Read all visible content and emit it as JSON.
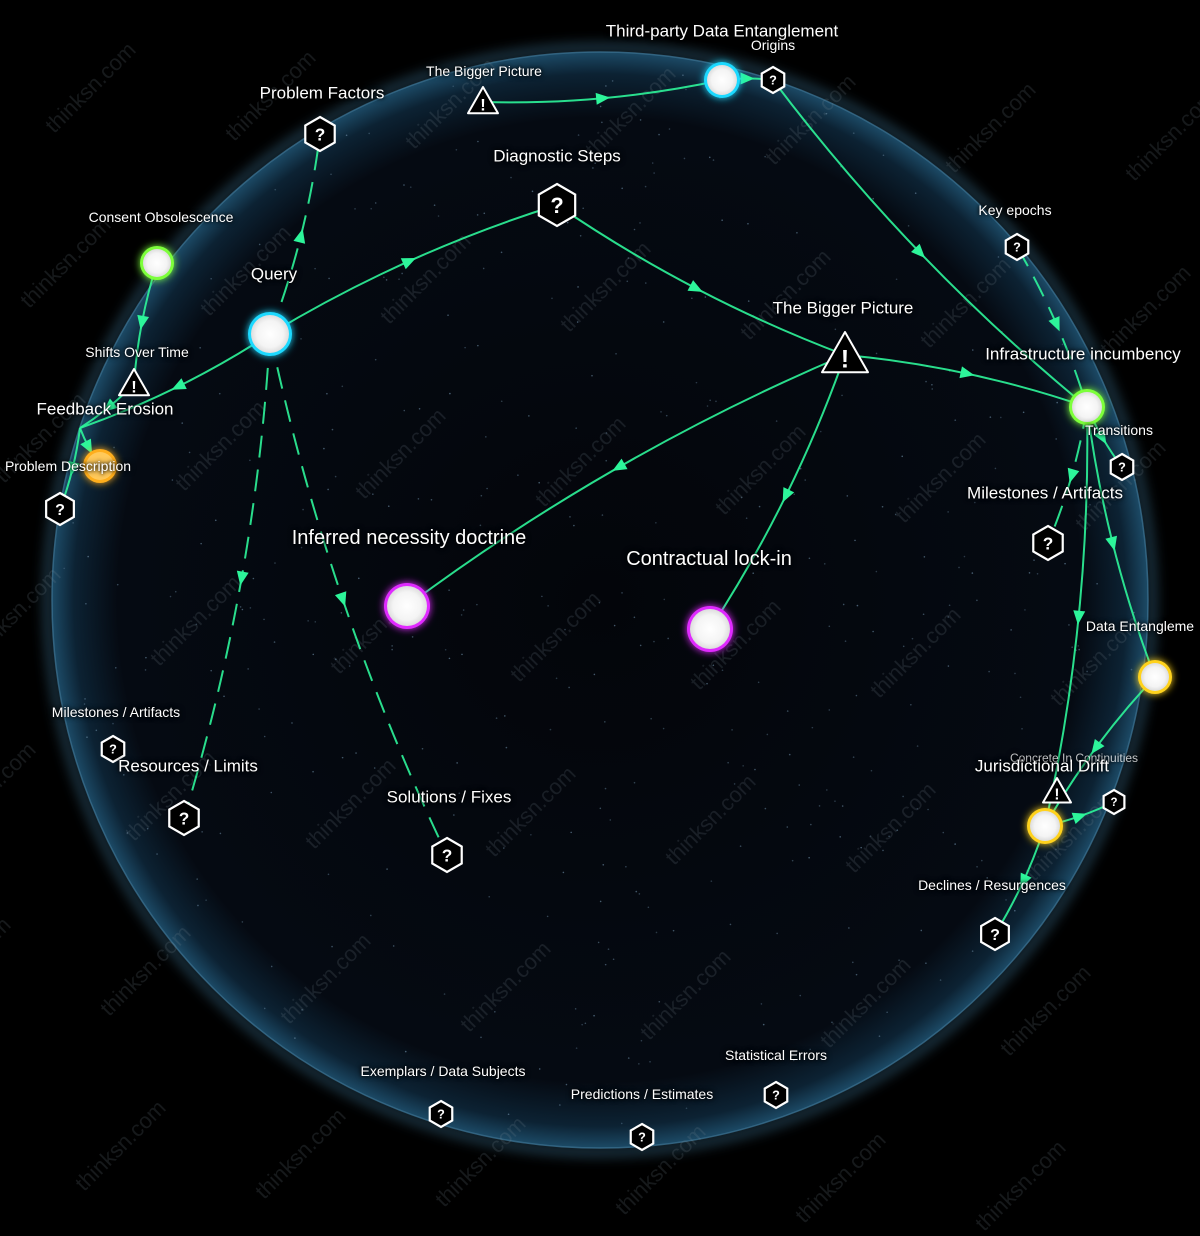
{
  "colors": {
    "background": "#000000",
    "sphere_rim": "#3a6f8f",
    "edge": "#2df59a",
    "node_white_glow": "#ffffff",
    "node_cyan": "#1fd9ff",
    "node_green": "#7dff3a",
    "node_magenta": "#e02bff",
    "node_yellow": "#ffd21f",
    "node_orange": "#ffae1f"
  },
  "watermark": "thinksn.com",
  "nodes": [
    {
      "id": "query",
      "label": "Query",
      "kind": "circle",
      "color": "cyan",
      "size": "lg"
    },
    {
      "id": "diagnostic",
      "label": "Diagnostic Steps",
      "kind": "question",
      "size": "lg"
    },
    {
      "id": "bigger1",
      "label": "The Bigger Picture",
      "kind": "warning",
      "size": "lg"
    },
    {
      "id": "infra",
      "label": "Infrastructure incumbency",
      "kind": "circle",
      "color": "green",
      "size": "md"
    },
    {
      "id": "inferred",
      "label": "Inferred necessity doctrine",
      "kind": "circle",
      "color": "magenta",
      "size": "xl"
    },
    {
      "id": "contractual",
      "label": "Contractual lock-in",
      "kind": "circle",
      "color": "magenta",
      "size": "xl"
    },
    {
      "id": "solutions",
      "label": "Solutions / Fixes",
      "kind": "question",
      "size": "md"
    },
    {
      "id": "resources",
      "label": "Resources / Limits",
      "kind": "question",
      "size": "md"
    },
    {
      "id": "problemfactors",
      "label": "Problem Factors",
      "kind": "question",
      "size": "md"
    },
    {
      "id": "consent",
      "label": "Consent Obsolescence",
      "kind": "circle",
      "color": "green",
      "size": "sm"
    },
    {
      "id": "shifts",
      "label": "Shifts Over Time",
      "kind": "warning",
      "size": "xs"
    },
    {
      "id": "feedback",
      "label": "Feedback Erosion",
      "kind": "none",
      "size": "md"
    },
    {
      "id": "problemdesc",
      "label": "Problem Description",
      "kind": "circle",
      "color": "orange",
      "size": "sm"
    },
    {
      "id": "leftq",
      "label": "",
      "kind": "question",
      "size": "sm"
    },
    {
      "id": "bigger2",
      "label": "The Bigger Picture",
      "kind": "warning",
      "size": "xs"
    },
    {
      "id": "thirdparty",
      "label": "Third-party Data Entanglement",
      "kind": "circle",
      "color": "cyan",
      "size": "md"
    },
    {
      "id": "origins",
      "label": "Origins",
      "kind": "question",
      "size": "xs"
    },
    {
      "id": "keyepochs",
      "label": "Key epochs",
      "kind": "question",
      "size": "xs"
    },
    {
      "id": "transitions",
      "label": "Transitions",
      "kind": "question",
      "size": "xs"
    },
    {
      "id": "milestones1",
      "label": "Milestones / Artifacts",
      "kind": "question",
      "size": "md"
    },
    {
      "id": "dataent",
      "label": "Data Entangleme",
      "kind": "circle",
      "color": "yellow",
      "size": "sm"
    },
    {
      "id": "concrete",
      "label": "Concrete In Continuities",
      "kind": "question",
      "size": "xxs"
    },
    {
      "id": "jurisdictional",
      "label": "Jurisdictional Drift",
      "kind": "circle",
      "color": "yellow",
      "size": "md"
    },
    {
      "id": "warnsmall",
      "label": "",
      "kind": "warning",
      "size": "xxs"
    },
    {
      "id": "declines",
      "label": "Declines / Resurgences",
      "kind": "question",
      "size": "sm"
    },
    {
      "id": "milestones2",
      "label": "Milestones / Artifacts",
      "kind": "question",
      "size": "xs"
    },
    {
      "id": "exemplars",
      "label": "Exemplars / Data Subjects",
      "kind": "question",
      "size": "xs"
    },
    {
      "id": "predictions",
      "label": "Predictions / Estimates",
      "kind": "question",
      "size": "xs"
    },
    {
      "id": "statistical",
      "label": "Statistical Errors",
      "kind": "question",
      "size": "xs"
    }
  ],
  "edges": [
    {
      "from": "query",
      "to": "diagnostic",
      "style": "solid"
    },
    {
      "from": "diagnostic",
      "to": "bigger1",
      "style": "solid"
    },
    {
      "from": "bigger1",
      "to": "infra",
      "style": "solid"
    },
    {
      "from": "bigger1",
      "to": "inferred",
      "style": "solid"
    },
    {
      "from": "bigger1",
      "to": "contractual",
      "style": "solid"
    },
    {
      "from": "query",
      "to": "problemfactors",
      "style": "dashed"
    },
    {
      "from": "query",
      "to": "resources",
      "style": "dashed"
    },
    {
      "from": "query",
      "to": "solutions",
      "style": "dashed"
    },
    {
      "from": "query",
      "to": "feedback",
      "style": "solid"
    },
    {
      "from": "consent",
      "to": "shifts",
      "style": "solid"
    },
    {
      "from": "shifts",
      "to": "feedback",
      "style": "solid"
    },
    {
      "from": "feedback",
      "to": "problemdesc",
      "style": "solid"
    },
    {
      "from": "feedback",
      "to": "leftq",
      "style": "solid"
    },
    {
      "from": "bigger2",
      "to": "thirdparty",
      "style": "solid"
    },
    {
      "from": "thirdparty",
      "to": "origins",
      "style": "solid"
    },
    {
      "from": "origins",
      "to": "infra",
      "style": "solid"
    },
    {
      "from": "keyepochs",
      "to": "infra",
      "style": "dashed"
    },
    {
      "from": "infra",
      "to": "transitions",
      "style": "solid"
    },
    {
      "from": "infra",
      "to": "milestones1",
      "style": "dashed"
    },
    {
      "from": "infra",
      "to": "dataent",
      "style": "solid"
    },
    {
      "from": "infra",
      "to": "jurisdictional",
      "style": "solid"
    },
    {
      "from": "dataent",
      "to": "jurisdictional",
      "style": "solid"
    },
    {
      "from": "jurisdictional",
      "to": "declines",
      "style": "solid"
    },
    {
      "from": "jurisdictional",
      "to": "concrete",
      "style": "solid"
    }
  ]
}
